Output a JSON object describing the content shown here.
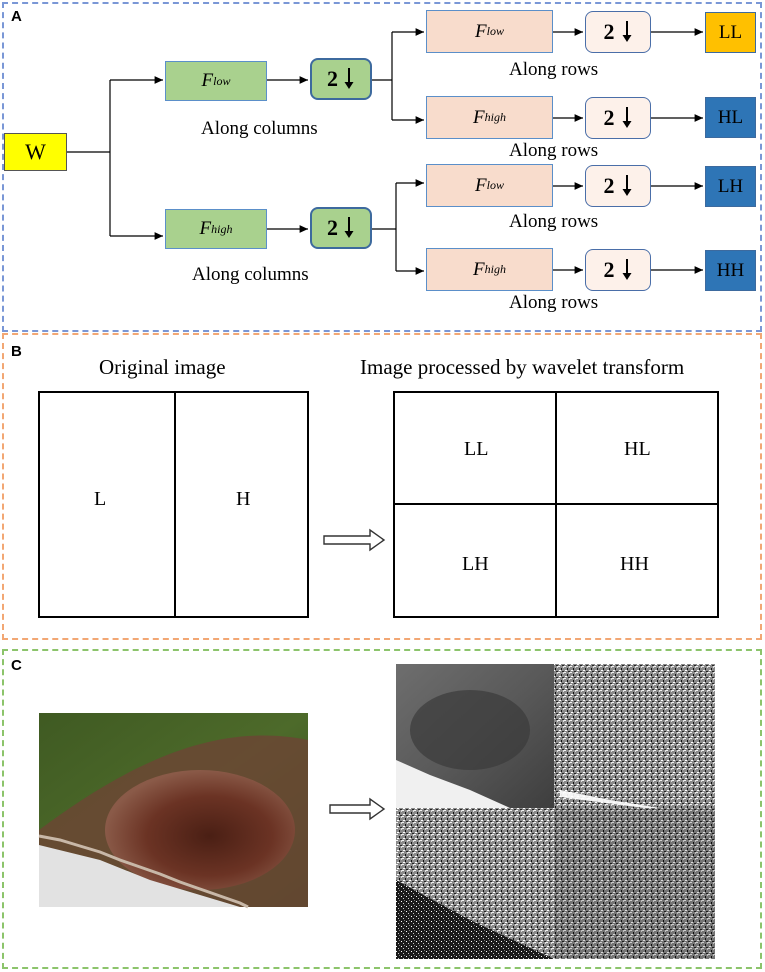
{
  "panels": {
    "a": {
      "letter": "A",
      "input": "W",
      "branches": [
        {
          "filter_main": "F",
          "filter_sub": "low",
          "downsample": "2",
          "label": "Along columns",
          "children": [
            {
              "filter_main": "F",
              "filter_sub": "low",
              "downsample": "2",
              "label": "Along rows",
              "output": "LL"
            },
            {
              "filter_main": "F",
              "filter_sub": "high",
              "downsample": "2",
              "label": "Along rows",
              "output": "HL"
            }
          ]
        },
        {
          "filter_main": "F",
          "filter_sub": "high",
          "downsample": "2",
          "label": "Along columns",
          "children": [
            {
              "filter_main": "F",
              "filter_sub": "low",
              "downsample": "2",
              "label": "Along rows",
              "output": "LH"
            },
            {
              "filter_main": "F",
              "filter_sub": "high",
              "downsample": "2",
              "label": "Along rows",
              "output": "HH"
            }
          ]
        }
      ],
      "colors": {
        "input": "#ffff00",
        "ll": "#ffc000",
        "blue_out": "#2e75b6",
        "green": "#a9d18e",
        "pink": "#f8dccc"
      }
    },
    "b": {
      "letter": "B",
      "original_title": "Original image",
      "processed_title": "Image processed by wavelet transform",
      "original_cells": [
        "L",
        "H"
      ],
      "processed_cells": [
        "LL",
        "HL",
        "LH",
        "HH"
      ]
    },
    "c": {
      "letter": "C"
    }
  }
}
